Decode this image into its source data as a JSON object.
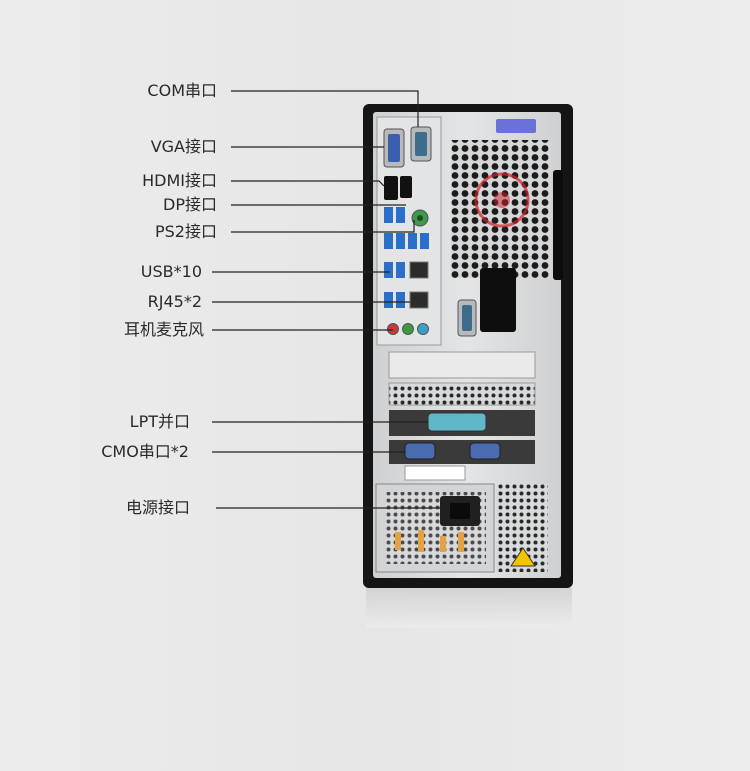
{
  "labels": {
    "com": "COM串口",
    "vga": "VGA接口",
    "hdmi": "HDMI接口",
    "dp": "DP接口",
    "ps2": "PS2接口",
    "usb": "USB*10",
    "rj45": "RJ45*2",
    "audio": "耳机麦克风",
    "lpt": "LPT并口",
    "cmo": "CMO串口*2",
    "power": "电源接口"
  },
  "colors": {
    "background": "#e9e9e9",
    "case_black": "#151515",
    "metal": "#d9dadb",
    "usb_blue": "#2c6fc9",
    "vga_blue": "#3a5fb0",
    "lpt_teal": "#5fb7c7",
    "ps2_green": "#3d9a4a",
    "mic_red": "#c23a3a",
    "line_out_green": "#3c9a3c",
    "audio_blue": "#3aa0c8",
    "fan_red": "#d0202a",
    "handle_blue": "#6a72d8",
    "warning_yellow": "#f2c500",
    "leader_line": "#222222"
  }
}
